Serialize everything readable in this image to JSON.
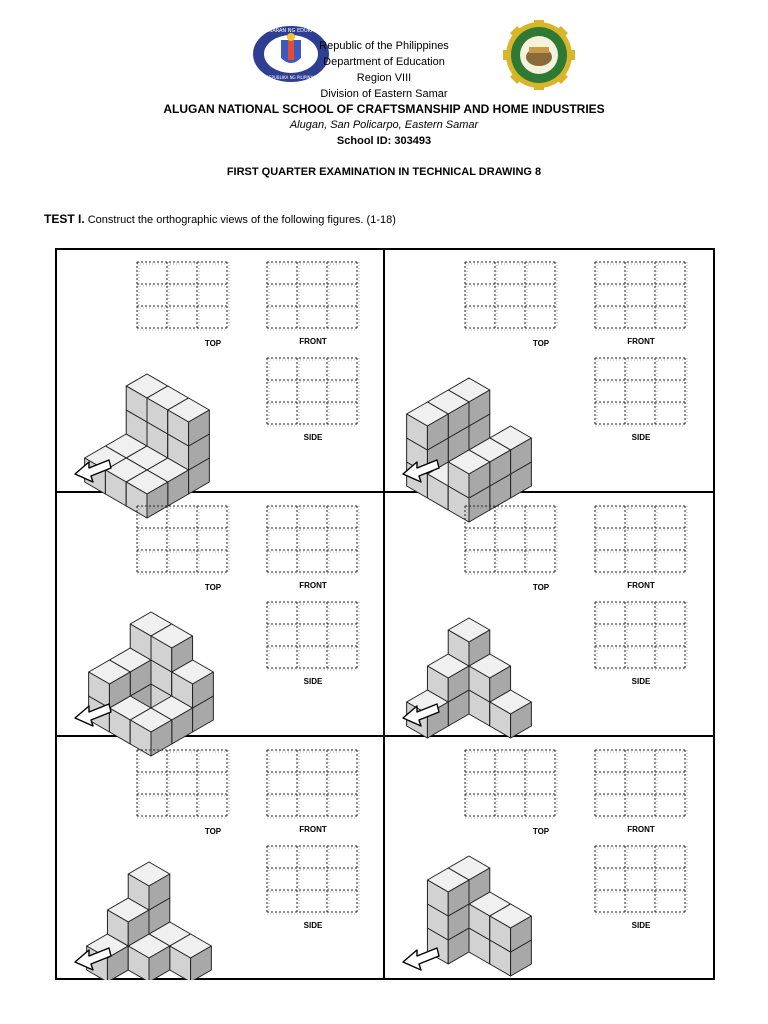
{
  "header": {
    "republic": "Republic of the Philippines",
    "department": "Department of Education",
    "region": "Region VIII",
    "division": "Division of Eastern Samar",
    "school_name": "ALUGAN NATIONAL SCHOOL OF CRAFTSMANSHIP AND HOME INDUSTRIES",
    "address": "Alugan, San Policarpo, Eastern Samar",
    "school_id": "School ID: 303493",
    "exam_title": "FIRST QUARTER EXAMINATION IN TECHNICAL DRAWING 8",
    "deped_seal_text": "KAGAWARAN NG EDUKASYON",
    "deped_seal_bottom": "REPUBLIKA NG PILIPINAS"
  },
  "test": {
    "label": "TEST I.",
    "instruction": "Construct the orthographic views of the following figures. (1-18)"
  },
  "view_labels": {
    "top": "TOP",
    "front": "FRONT",
    "side": "SIDE"
  },
  "figures": [
    {
      "id": 1,
      "shape": "L-block with tall back wall"
    },
    {
      "id": 2,
      "shape": "U-block with tall wall and step"
    },
    {
      "id": 3,
      "shape": "frame with raised top block"
    },
    {
      "id": 4,
      "shape": "stepped cube pyramid"
    },
    {
      "id": 5,
      "shape": "tower on L-shaped base"
    },
    {
      "id": 6,
      "shape": "tall block with attached low block"
    }
  ],
  "colors": {
    "seal_blue": "#2e3f93",
    "seal_green": "#2f7a32",
    "seal_gold": "#d9b52a",
    "face_top": "#f0f0f0",
    "face_left": "#d2d2d2",
    "face_right": "#a8a8a8"
  }
}
